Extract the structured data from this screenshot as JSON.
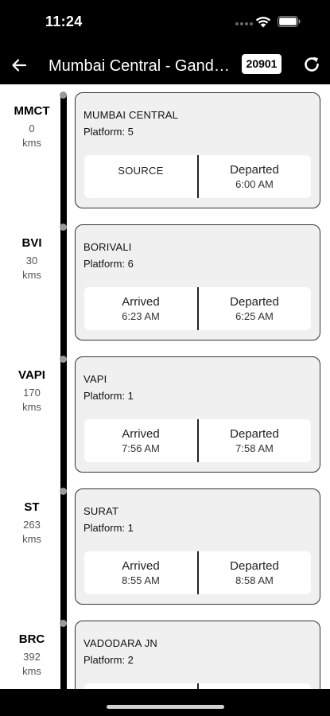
{
  "status": {
    "time": "11:24"
  },
  "header": {
    "title": "Mumbai Central - Gandhinagar",
    "train_number": "20901"
  },
  "stops": [
    {
      "code": "MMCT",
      "km": "0",
      "km_unit": "kms",
      "station": "MUMBAI CENTRAL",
      "platform": "Platform: 5",
      "left_label": "SOURCE",
      "left_time": "",
      "right_label": "Departed",
      "right_time": "6:00 AM"
    },
    {
      "code": "BVI",
      "km": "30",
      "km_unit": "kms",
      "station": "BORIVALI",
      "platform": "Platform: 6",
      "left_label": "Arrived",
      "left_time": "6:23 AM",
      "right_label": "Departed",
      "right_time": "6:25 AM"
    },
    {
      "code": "VAPI",
      "km": "170",
      "km_unit": "kms",
      "station": "VAPI",
      "platform": "Platform: 1",
      "left_label": "Arrived",
      "left_time": "7:56 AM",
      "right_label": "Departed",
      "right_time": "7:58 AM"
    },
    {
      "code": "ST",
      "km": "263",
      "km_unit": "kms",
      "station": "SURAT",
      "platform": "Platform: 1",
      "left_label": "Arrived",
      "left_time": "8:55 AM",
      "right_label": "Departed",
      "right_time": "8:58 AM"
    },
    {
      "code": "BRC",
      "km": "392",
      "km_unit": "kms",
      "station": "VADODARA JN",
      "platform": "Platform: 2",
      "left_label": "",
      "left_time": "",
      "right_label": "",
      "right_time": ""
    }
  ]
}
